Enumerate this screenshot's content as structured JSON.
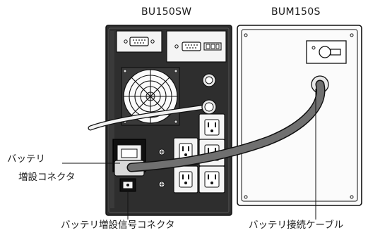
{
  "titles": {
    "left_unit": "BU150SW",
    "right_unit": "BUM150S"
  },
  "callouts": {
    "battery_connector_line1": "バッテリ",
    "battery_connector_line2": "増設コネクタ",
    "signal_connector": "バッテリ増設信号コネクタ",
    "connection_cable": "バッテリ接続ケーブル"
  },
  "colors": {
    "ink": "#1a1a1a",
    "unit_body": "#2e2e2e",
    "cable": "#707070",
    "panel_light": "#f4f4f4"
  }
}
